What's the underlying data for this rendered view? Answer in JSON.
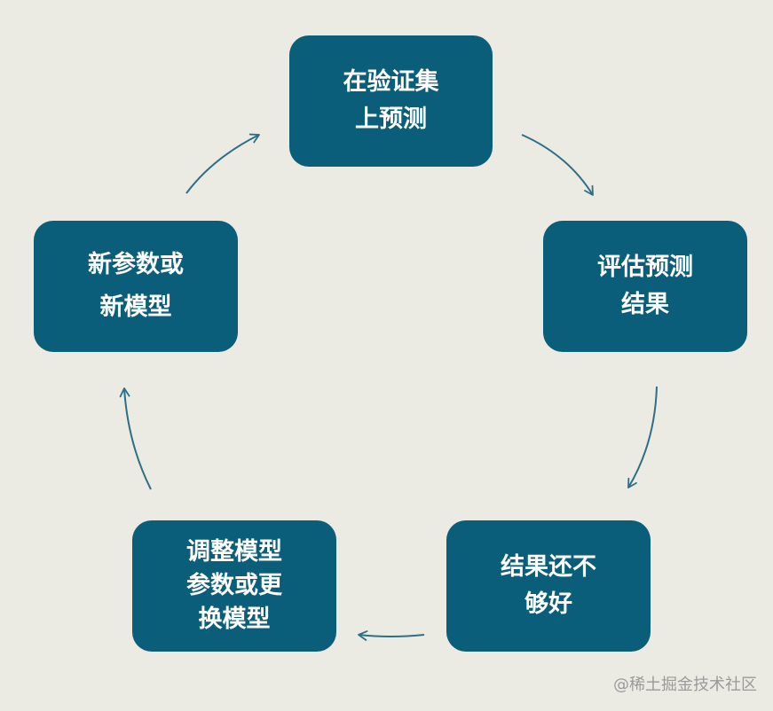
{
  "nodes": [
    {
      "id": "predict",
      "lines": [
        "在验证集",
        "上预测"
      ]
    },
    {
      "id": "evaluate",
      "lines": [
        "评估预测",
        "结果"
      ]
    },
    {
      "id": "not-good",
      "lines": [
        "结果还不",
        "够好"
      ]
    },
    {
      "id": "tune",
      "lines": [
        "调整模型",
        "参数或更",
        "换模型"
      ]
    },
    {
      "id": "new-model",
      "lines": [
        "新参数或",
        "新模型"
      ]
    }
  ],
  "colors": {
    "background": "#ebebe3",
    "node_fill": "#0a5e7a",
    "node_text": "#ffffff",
    "arrow": "#2e6f86"
  },
  "watermark": "@稀土掘金技术社区"
}
